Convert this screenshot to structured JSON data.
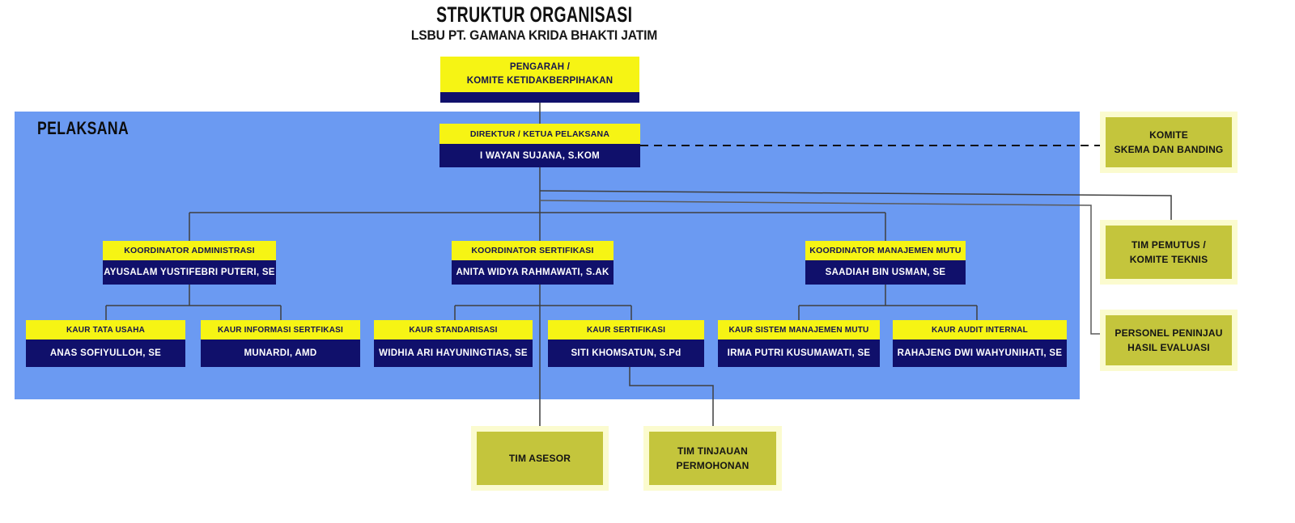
{
  "header": {
    "title": "STRUKTUR ORGANISASI",
    "subtitle": "LSBU PT. GAMANA KRIDA BHAKTI JATIM"
  },
  "pelaksana": {
    "label": "PELAKSANA"
  },
  "org": {
    "pengarah": {
      "title": "PENGARAH /\nKOMITE KETIDAKBERPIHAKAN"
    },
    "direktur": {
      "role": "DIREKTUR / KETUA PELAKSANA",
      "name": "I WAYAN SUJANA, S.KOM"
    },
    "koordinator": [
      {
        "role": "KOORDINATOR ADMINISTRASI",
        "name": "AYUSALAM YUSTIFEBRI PUTERI, SE"
      },
      {
        "role": "KOORDINATOR SERTIFIKASI",
        "name": "ANITA WIDYA RAHMAWATI, S.AK"
      },
      {
        "role": "KOORDINATOR MANAJEMEN MUTU",
        "name": "SAADIAH BIN USMAN, SE"
      }
    ],
    "kaur": [
      {
        "role": "KAUR TATA USAHA",
        "name": "ANAS SOFIYULLOH, SE"
      },
      {
        "role": "KAUR INFORMASI SERTFIKASI",
        "name": "MUNARDI, AMD"
      },
      {
        "role": "KAUR STANDARISASI",
        "name": "WIDHIA ARI HAYUNINGTIAS, SE"
      },
      {
        "role": "KAUR SERTIFIKASI",
        "name": "SITI KHOMSATUN, S.Pd"
      },
      {
        "role": "KAUR SISTEM MANAJEMEN MUTU",
        "name": "IRMA PUTRI KUSUMAWATI, SE"
      },
      {
        "role": "KAUR AUDIT INTERNAL",
        "name": "RAHAJENG DWI WAHYUNIHATI, SE"
      }
    ],
    "side": [
      {
        "label": "KOMITE\nSKEMA DAN BANDING"
      },
      {
        "label": "TIM PEMUTUS /\nKOMITE TEKNIS"
      },
      {
        "label": "PERSONEL PENINJAU\nHASIL EVALUASI"
      }
    ],
    "bottom": [
      {
        "label": "TIM ASESOR"
      },
      {
        "label": "TIM TINJAUAN\nPERMOHONAN"
      }
    ]
  },
  "colors": {
    "yellow": "#F6F414",
    "navy": "#10106B",
    "blue_region": "#6B9AF2",
    "olive": "#C4C53C",
    "olive_frame": "#FBFBCF",
    "connector": "#3F3F3F"
  }
}
